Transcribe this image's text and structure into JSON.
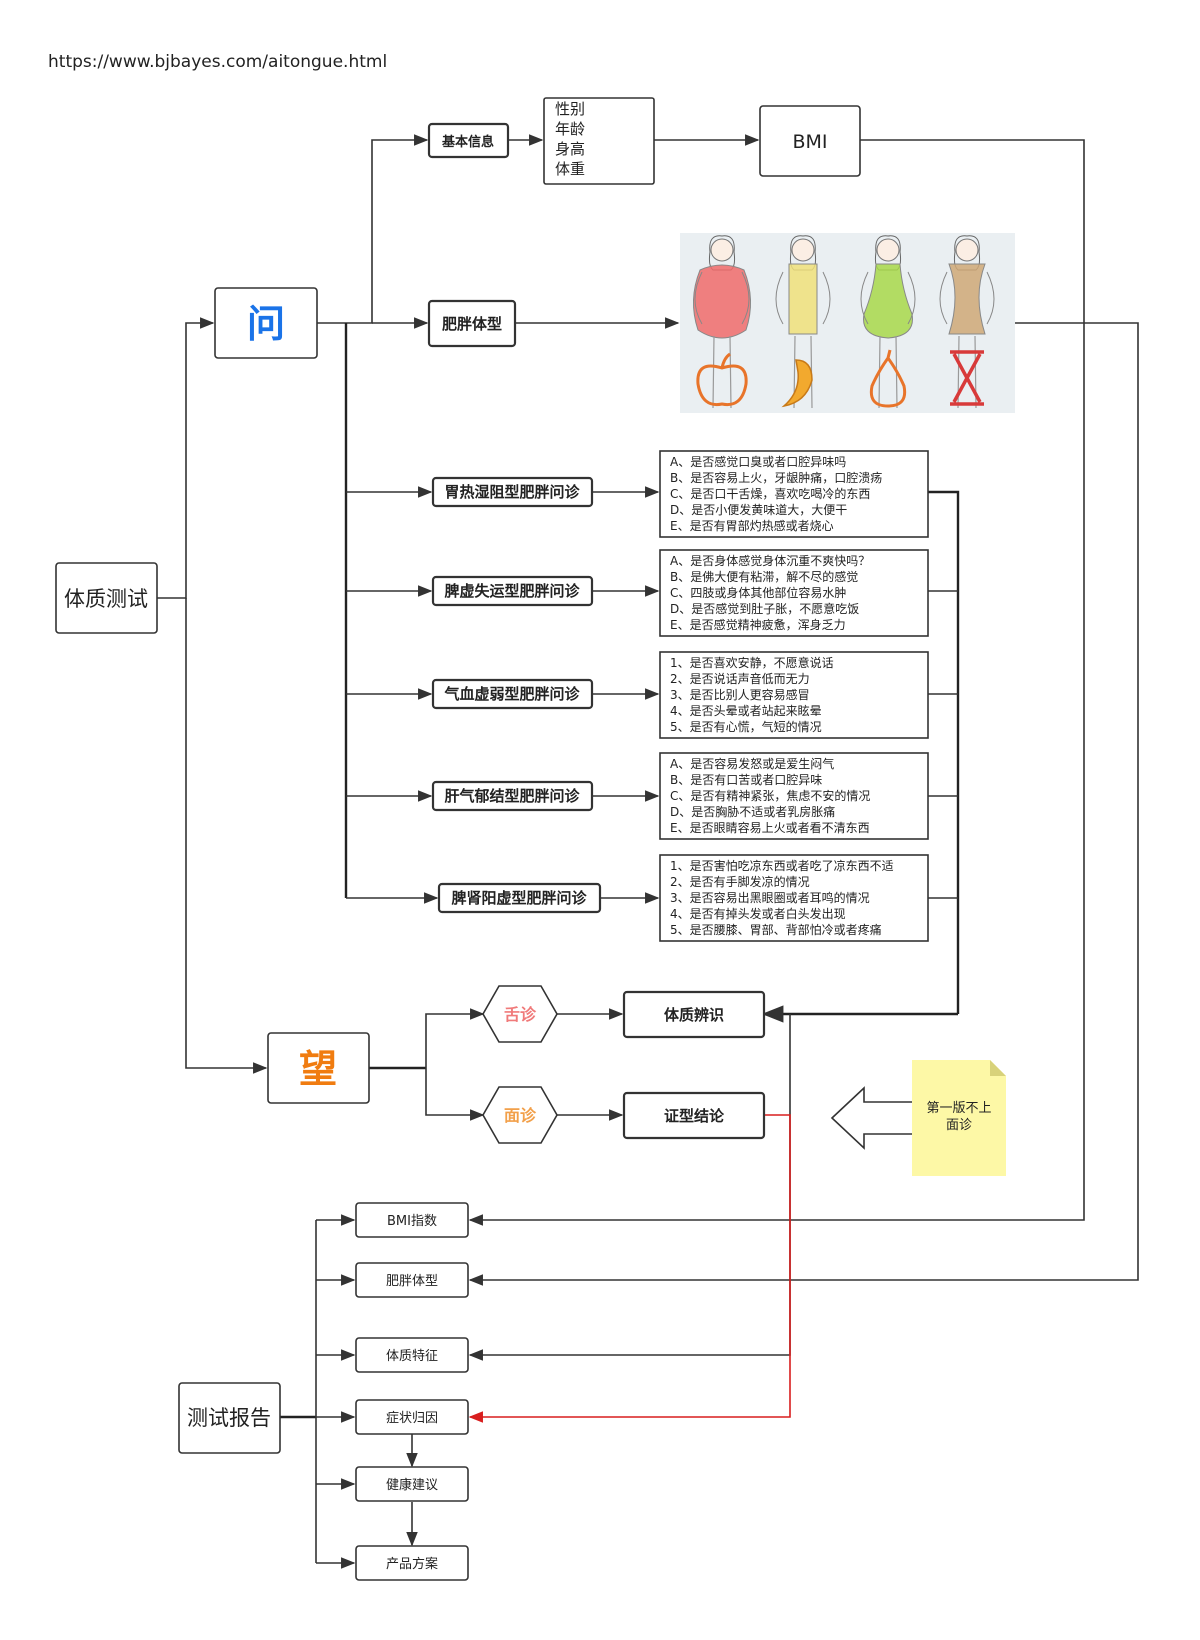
{
  "url": "https://www.bjbayes.com/aitongue.html",
  "root": {
    "label": "体质测试"
  },
  "wen": {
    "label": "问",
    "color": "#1a73e8"
  },
  "wang": {
    "label": "望",
    "color": "#f07c10"
  },
  "basic_info": {
    "label": "基本信息",
    "fields": [
      "性别",
      "年龄",
      "身高",
      "体重"
    ]
  },
  "bmi": {
    "label": "BMI"
  },
  "body_type": {
    "label": "肥胖体型"
  },
  "inquiries": [
    {
      "label": "胃热湿阻型肥胖问诊",
      "questions": [
        "A、是否感觉口臭或者口腔异味吗",
        "B、是否容易上火，牙龈肿痛，口腔溃疡",
        "C、是否口干舌燥，喜欢吃喝冷的东西",
        "D、是否小便发黄味道大，大便干",
        "E、是否有胃部灼热感或者烧心"
      ]
    },
    {
      "label": "脾虚失运型肥胖问诊",
      "questions": [
        "A、是否身体感觉身体沉重不爽快吗？",
        "B、是佛大便有粘滞，解不尽的感觉",
        "C、四肢或身体其他部位容易水肿",
        "D、是否感觉到肚子胀，不愿意吃饭",
        "E、是否感觉精神疲惫，浑身乏力"
      ]
    },
    {
      "label": "气血虚弱型肥胖问诊",
      "questions": [
        "1、是否喜欢安静，不愿意说话",
        "2、是否说话声音低而无力",
        "3、是否比别人更容易感冒",
        "4、是否头晕或者站起来眩晕",
        "5、是否有心慌，气短的情况"
      ]
    },
    {
      "label": "肝气郁结型肥胖问诊",
      "questions": [
        "A、是否容易发怒或是爱生闷气",
        "B、是否有口苦或者口腔异味",
        "C、是否有精神紧张，焦虑不安的情况",
        "D、是否胸胁不适或者乳房胀痛",
        "E、是否眼睛容易上火或者看不清东西"
      ]
    },
    {
      "label": "脾肾阳虚型肥胖问诊",
      "questions": [
        "1、是否害怕吃凉东西或者吃了凉东西不适",
        "2、是否有手脚发凉的情况",
        "3、是否容易出黑眼圈或者耳鸣的情况",
        "4、是否有掉头发或者白头发出现",
        "5、是否腰膝、胃部、背部怕冷或者疼痛"
      ]
    }
  ],
  "tongue": {
    "label": "舌诊",
    "color": "#f07a7a"
  },
  "face": {
    "label": "面诊",
    "color": "#f2a04a"
  },
  "constitution_id": {
    "label": "体质辨识"
  },
  "syndrome": {
    "label": "证型结论"
  },
  "note": {
    "text": [
      "第一版不上",
      "面诊"
    ],
    "color": "#fdf8a6"
  },
  "report": {
    "label": "测试报告",
    "items": [
      "BMI指数",
      "肥胖体型",
      "体质特征",
      "症状归因",
      "健康建议",
      "产品方案"
    ]
  },
  "figure_colors": [
    "#f06b6b",
    "#f0e07a",
    "#a8d84a",
    "#cfa877"
  ]
}
